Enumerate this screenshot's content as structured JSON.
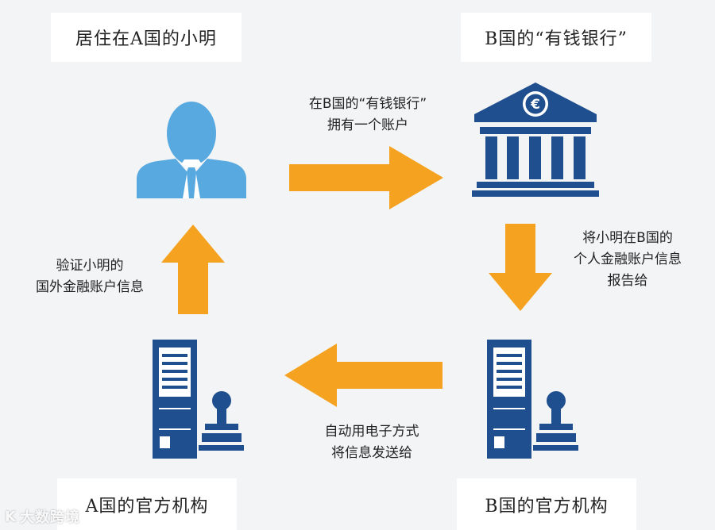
{
  "nodes": {
    "person": {
      "label": "居住在A国的小明"
    },
    "bank": {
      "label": "B国的“有钱银行”",
      "symbol": "€"
    },
    "authority_b": {
      "label": "B国的官方机构"
    },
    "authority_a": {
      "label": "A国的官方机构"
    }
  },
  "edges": {
    "person_to_bank": {
      "lines": [
        "在B国的“有钱银行”",
        "拥有一个账户"
      ]
    },
    "bank_to_authority_b": {
      "lines": [
        "将小明在B国的",
        "个人金融账户信息",
        "报告给"
      ]
    },
    "authority_b_to_authority_a": {
      "lines": [
        "自动用电子方式",
        "将信息发送给"
      ]
    },
    "authority_a_to_person": {
      "lines": [
        "验证小明的",
        "国外金融账户信息"
      ]
    }
  },
  "watermark": {
    "logo": "K",
    "text": "大数跨境"
  },
  "colors": {
    "arrow": "#f5a221",
    "person": "#58a9e0",
    "navy": "#1f4f8e",
    "background": "#f3f4f6"
  },
  "icons": {
    "person": "person-icon",
    "bank": "bank-icon",
    "cabinet": "file-cabinet-icon",
    "stamp": "stamp-icon"
  }
}
